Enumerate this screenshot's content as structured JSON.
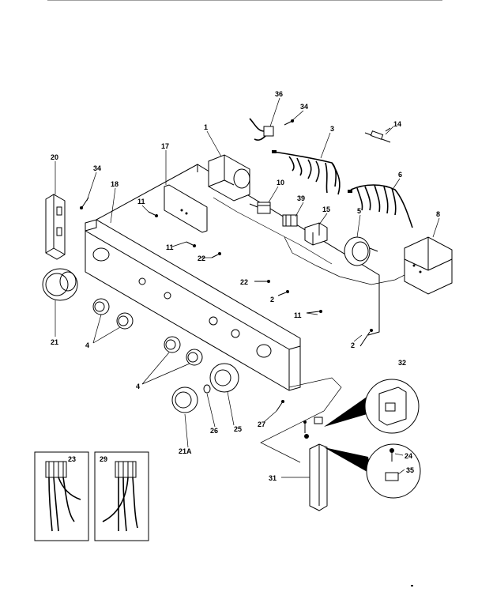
{
  "labels": {
    "p36": "36",
    "p34a": "34",
    "p1": "1",
    "p3": "3",
    "p14": "14",
    "p17": "17",
    "p20": "20",
    "p34b": "34",
    "p18": "18",
    "p10": "10",
    "p39": "39",
    "p15": "15",
    "p6": "6",
    "p5": "5",
    "p8": "8",
    "p11a": "11",
    "p11b": "11",
    "p22a": "22",
    "p22b": "22",
    "p2a": "2",
    "p11c": "11",
    "p2b": "2",
    "p21": "21",
    "p4a": "4",
    "p4b": "4",
    "p27": "27",
    "p25": "25",
    "p26": "26",
    "p21a": "21A",
    "p32": "32",
    "p24": "24",
    "p35": "35",
    "p31": "31",
    "p23": "23",
    "p29": "29"
  }
}
